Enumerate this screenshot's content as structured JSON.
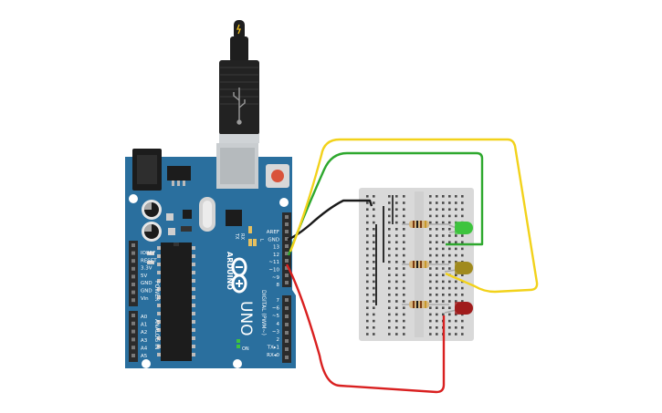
{
  "board": {
    "brand": "ARDUINO",
    "model": "UNO",
    "digital_label": "DIGITAL (PWM~)",
    "power_label": "POWER",
    "analog_label": "ANALOG IN",
    "on_label": "ON",
    "tx_label": "TX",
    "rx_label": "RX",
    "l_label": "L",
    "digital_pins": [
      "AREF",
      "GND",
      "13",
      "12",
      "~11",
      "~10",
      "~9",
      "8",
      "7",
      "~6",
      "~5",
      "4",
      "~3",
      "2",
      "TX▸1",
      "RX◂0"
    ],
    "power_pins": [
      "IOREF",
      "RESET",
      "3.3V",
      "5V",
      "GND",
      "GND",
      "Vin"
    ],
    "analog_pins": [
      "A0",
      "A1",
      "A2",
      "A3",
      "A4",
      "A5"
    ],
    "colors": {
      "pcb": "#2a6f9e",
      "header": "#2b2b2b"
    }
  },
  "components": {
    "leds": [
      {
        "name": "green-led",
        "color": "#3ec43e"
      },
      {
        "name": "yellow-led",
        "color": "#a08a1e"
      },
      {
        "name": "red-led",
        "color": "#a01c1c"
      }
    ],
    "resistor_count": 3
  },
  "wires": [
    {
      "name": "black-wire",
      "color": "#1a1a1a"
    },
    {
      "name": "green-wire",
      "color": "#2ea82e"
    },
    {
      "name": "yellow-wire",
      "color": "#f2d21b"
    },
    {
      "name": "red-wire",
      "color": "#d92020"
    }
  ]
}
